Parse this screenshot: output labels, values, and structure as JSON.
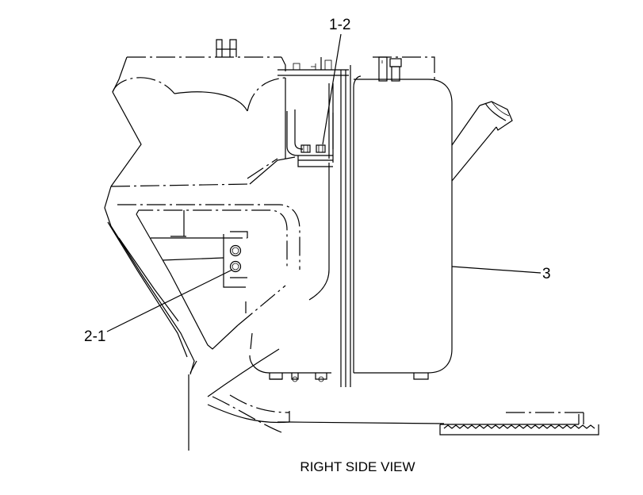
{
  "callouts": {
    "bracket_bolts": "1-2",
    "side_bolts": "2-1",
    "tank": "3"
  },
  "caption": "RIGHT SIDE VIEW"
}
